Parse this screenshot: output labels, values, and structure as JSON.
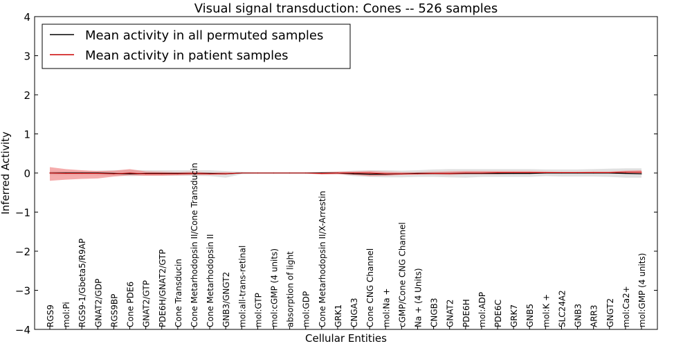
{
  "chart_data": {
    "type": "line",
    "title": "Visual signal transduction: Cones -- 526 samples",
    "xlabel": "Cellular Entities",
    "ylabel": "Inferred Activity",
    "ylim": [
      -4,
      4
    ],
    "yticks": [
      "4",
      "3",
      "2",
      "1",
      "0",
      "−1",
      "−2",
      "−3",
      "−4"
    ],
    "ytick_values": [
      4,
      3,
      2,
      1,
      0,
      -1,
      -2,
      -3,
      -4
    ],
    "grid": false,
    "legend_position": "top-left",
    "categories": [
      "RGS9",
      "mol:Pi",
      "RGS9-1/Gbeta5/R9AP",
      "GNAT2/GDP",
      "RGS9BP",
      "Cone PDE6",
      "GNAT2/GTP",
      "PDE6H/GNAT2/GTP",
      "Cone Transducin",
      "Cone Metarhodopsin II/Cone Transducin",
      "Cone Metarhodopsin II",
      "GNB3/GNGT2",
      "mol:all-trans-retinal",
      "mol:GTP",
      "mol:cGMP (4 units)",
      "absorption of light",
      "mol:GDP",
      "Cone Metarhodopsin II/X-Arrestin",
      "GRK1",
      "CNGA3",
      "Cone CNG Channel",
      "mol:Na +",
      "cGMP/Cone CNG Channel",
      "Na + (4 Units)",
      "CNGB3",
      "GNAT2",
      "PDE6H",
      "mol:ADP",
      "PDE6C",
      "GRK7",
      "GNB5",
      "mol:K +",
      "SLC24A2",
      "GNB3",
      "ARR3",
      "GNGT2",
      "mol:Ca2+",
      "mol:GMP (4 units)"
    ],
    "series": [
      {
        "name": "Mean activity in all permuted samples",
        "color": "#000000",
        "values": [
          0,
          0,
          0,
          0,
          -0.01,
          -0.02,
          -0.01,
          -0.01,
          -0.01,
          -0.01,
          -0.01,
          -0.02,
          0,
          0,
          0,
          0,
          0,
          0,
          0,
          -0.02,
          -0.03,
          -0.03,
          -0.02,
          -0.01,
          -0.01,
          -0.01,
          -0.01,
          -0.01,
          -0.01,
          -0.01,
          -0.01,
          0,
          0,
          0,
          0,
          0,
          -0.01,
          -0.02
        ],
        "band_lower": [
          -0.05,
          -0.05,
          -0.05,
          -0.06,
          -0.07,
          -0.08,
          -0.07,
          -0.07,
          -0.07,
          -0.07,
          -0.08,
          -0.12,
          -0.03,
          -0.02,
          -0.02,
          -0.02,
          -0.02,
          -0.03,
          -0.03,
          -0.08,
          -0.1,
          -0.11,
          -0.11,
          -0.1,
          -0.1,
          -0.11,
          -0.12,
          -0.1,
          -0.1,
          -0.1,
          -0.1,
          -0.08,
          -0.09,
          -0.09,
          -0.09,
          -0.1,
          -0.12,
          -0.12
        ],
        "band_upper": [
          0.05,
          0.05,
          0.05,
          0.06,
          0.07,
          0.08,
          0.07,
          0.07,
          0.07,
          0.07,
          0.07,
          0.05,
          0.03,
          0.02,
          0.02,
          0.02,
          0.02,
          0.03,
          0.04,
          0.06,
          0.07,
          0.07,
          0.06,
          0.07,
          0.09,
          0.1,
          0.1,
          0.1,
          0.1,
          0.1,
          0.1,
          0.09,
          0.09,
          0.09,
          0.1,
          0.11,
          0.12,
          0.12
        ],
        "band_color": "#cccccc"
      },
      {
        "name": "Mean activity in patient samples",
        "color": "#cc0000",
        "values": [
          0,
          -0.01,
          -0.01,
          -0.01,
          -0.02,
          0,
          -0.02,
          -0.02,
          -0.02,
          -0.01,
          -0.02,
          -0.02,
          0,
          0,
          0,
          0,
          0,
          -0.01,
          0,
          0,
          0,
          -0.02,
          -0.02,
          -0.02,
          -0.01,
          -0.01,
          0,
          0,
          0.01,
          0.01,
          0.01,
          0.01,
          0.01,
          0.01,
          0.01,
          0.01,
          0.02,
          0.02
        ],
        "band_lower": [
          -0.2,
          -0.17,
          -0.15,
          -0.14,
          -0.09,
          -0.06,
          -0.07,
          -0.07,
          -0.06,
          -0.05,
          -0.05,
          -0.04,
          -0.01,
          -0.01,
          -0.01,
          -0.01,
          -0.01,
          -0.04,
          -0.03,
          -0.05,
          -0.08,
          -0.07,
          -0.05,
          -0.04,
          -0.04,
          -0.05,
          -0.03,
          -0.03,
          -0.03,
          -0.02,
          -0.02,
          -0.01,
          -0.01,
          -0.01,
          -0.01,
          -0.01,
          -0.02,
          -0.02
        ],
        "band_upper": [
          0.15,
          0.1,
          0.07,
          0.05,
          0.06,
          0.1,
          0.04,
          0.03,
          0.02,
          0.03,
          0.01,
          0.02,
          0.01,
          0.01,
          0.01,
          0.01,
          0.01,
          0.02,
          0.03,
          0.04,
          0.05,
          0.03,
          0.02,
          0.02,
          0.03,
          0.04,
          0.05,
          0.05,
          0.05,
          0.05,
          0.05,
          0.04,
          0.03,
          0.03,
          0.04,
          0.04,
          0.06,
          0.07
        ],
        "band_color": "#f08080"
      }
    ]
  }
}
